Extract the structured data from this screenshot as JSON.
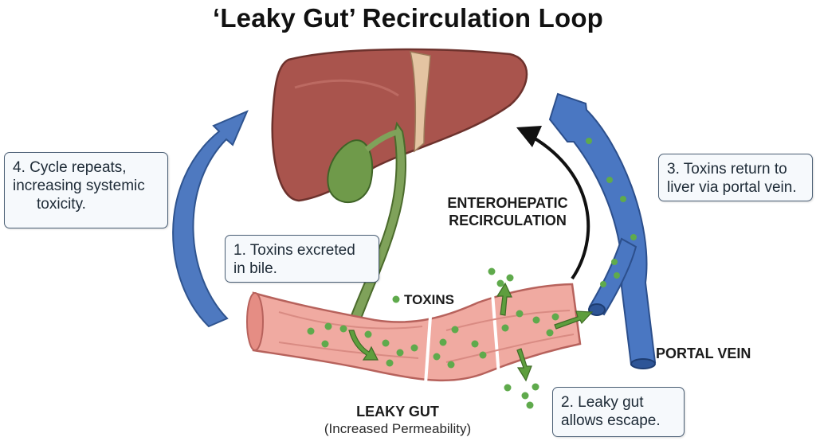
{
  "title": "‘Leaky Gut’ Recirculation Loop",
  "callouts": {
    "step1": [
      "1. Toxins excreted",
      "in bile."
    ],
    "step2": [
      "2. Leaky gut",
      "allows escape."
    ],
    "step3": [
      "3. Toxins return to",
      "liver via portal vein."
    ],
    "step4": [
      "4. Cycle repeats,",
      "increasing systemic",
      "toxicity."
    ]
  },
  "labels": {
    "enterohepatic": [
      "ENTEROHEPATIC",
      "RECIRCULATION"
    ],
    "toxins": "TOXINS",
    "portal_vein": "PORTAL VEIN",
    "leaky_gut": "LEAKY GUT",
    "leaky_gut_sub": "(Increased Permeability)"
  },
  "colors": {
    "liver": "#a9544d",
    "liver_dark": "#7e3a35",
    "gallbladder": "#6f9a4a",
    "bile_duct": "#7fa25a",
    "intestine": "#f0aaa1",
    "intestine_dark": "#c4716b",
    "portal_vein": "#4a77c2",
    "cycle_arrow": "#4e79c0",
    "recirc_arrow": "#111111",
    "toxin": "#5faa4c"
  },
  "icons": {
    "liver": "liver-illustration",
    "gallbladder": "gallbladder-illustration",
    "intestine": "intestine-segment-illustration",
    "vein": "portal-vein-illustration"
  }
}
